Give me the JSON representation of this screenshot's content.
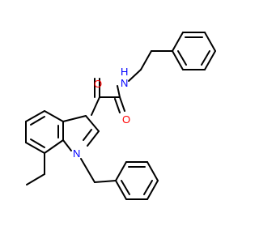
{
  "molecule": {
    "atoms": {
      "nitrogen_amide": "N",
      "hydrogen_amide": "H",
      "oxygen_ketone": "O",
      "oxygen_amide": "O",
      "nitrogen_indole": "N"
    }
  },
  "colors": {
    "bond": "#000000",
    "nitrogen": "#0000ff",
    "oxygen": "#ff0000",
    "background": "#ffffff"
  }
}
